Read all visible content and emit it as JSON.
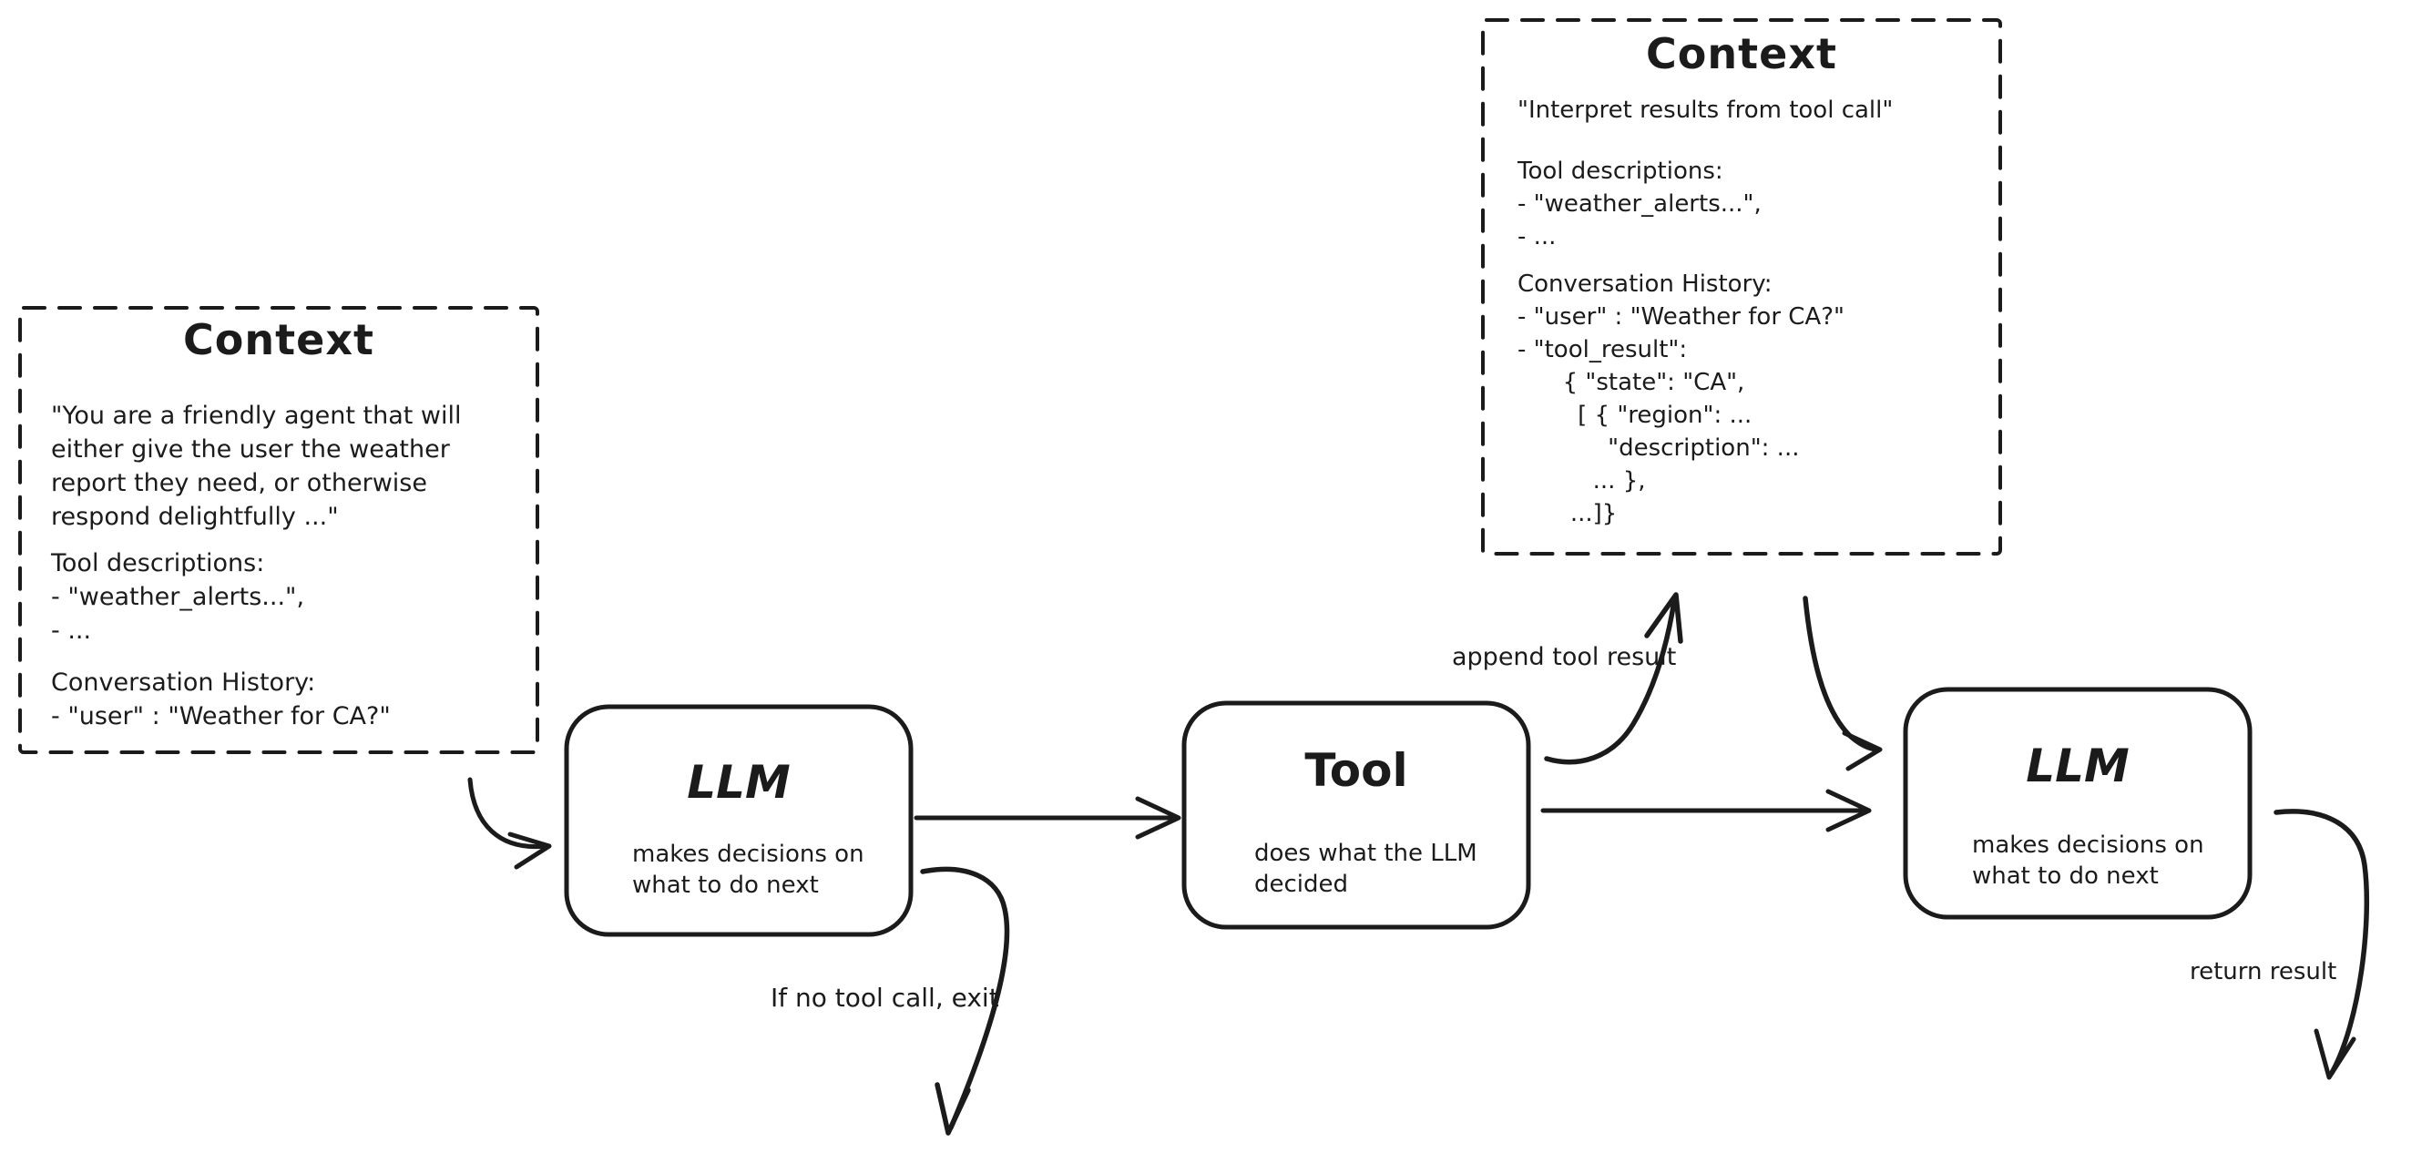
{
  "diagram": {
    "background": "#ffffff",
    "stroke_color": "#1b1b1b",
    "context_left": {
      "title": "Context",
      "system_prompt": "\"You are a friendly agent that will\neither give the user the weather\nreport they need, or otherwise\nrespond delightfully ...\"",
      "tool_descriptions": "Tool descriptions:\n- \"weather_alerts...\",\n- ...",
      "conversation_history": "Conversation History:\n- \"user\" : \"Weather for CA?\""
    },
    "context_top": {
      "title": "Context",
      "system_prompt": "\"Interpret results from tool call\"",
      "tool_descriptions": "Tool descriptions:\n- \"weather_alerts...\",\n- ...",
      "conversation_history": "Conversation History:\n- \"user\" : \"Weather for CA?\"\n- \"tool_result\":\n      { \"state\": \"CA\",\n        [ { \"region\": ...\n            \"description\": ...\n          ... },\n       ...]}"
    },
    "llm_node_1": {
      "title": "LLM",
      "subtitle": "makes decisions on\nwhat to do next"
    },
    "tool_node": {
      "title": "Tool",
      "subtitle": "does what the LLM\ndecided"
    },
    "llm_node_2": {
      "title": "LLM",
      "subtitle": "makes decisions on\nwhat to do next"
    },
    "edge_labels": {
      "append_tool_result": "append tool result",
      "if_no_tool_call_exit": "If no tool call, exit",
      "return_result": "return result"
    }
  }
}
